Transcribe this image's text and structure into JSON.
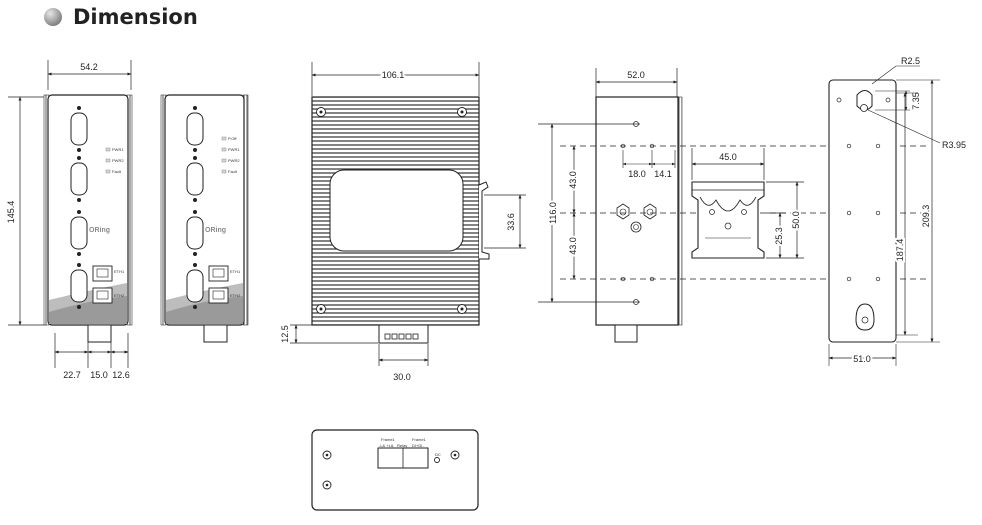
{
  "page": {
    "title": "Dimension"
  },
  "front_view": {
    "width": "54.2",
    "height": "145.4",
    "bottom_dims": [
      "22.7",
      "15.0",
      "12.6"
    ],
    "brand": "ORing",
    "led_labels": [
      "PWR1",
      "PWR2",
      "Fault"
    ],
    "port_labels": [
      "ETH1",
      "ETH2"
    ]
  },
  "front_view_2": {
    "brand": "ORing",
    "led_labels": [
      "P.Off",
      "PWR1",
      "PWR2",
      "Fault"
    ],
    "port_labels": [
      "ETH1",
      "ETH2"
    ]
  },
  "side_view": {
    "width": "106.1",
    "rail_height": "33.6",
    "terminal_offset": "12.5",
    "terminal_width": "30.0"
  },
  "back_view": {
    "width": "52.0",
    "total_height": "116.0",
    "upper_span": "43.0",
    "lower_span": "43.0",
    "hole_spacing_left": "18.0",
    "hole_spacing_right": "14.1",
    "din_width": "45.0",
    "din_height": "50.0",
    "din_center": "25.3"
  },
  "wall_mount": {
    "upper_radius": "R2.5",
    "slot_length": "7.35",
    "lower_radius": "R3.95",
    "hole_span": "187.4",
    "total_length": "209.3",
    "width": "51.0"
  },
  "bottom_view": {
    "left_label": "Frame1",
    "right_label": "Frame1",
    "left_sub": "-L& +L&",
    "mid_sub": "Relay",
    "right_sub": "DI+DI-",
    "side_label": "DC"
  }
}
